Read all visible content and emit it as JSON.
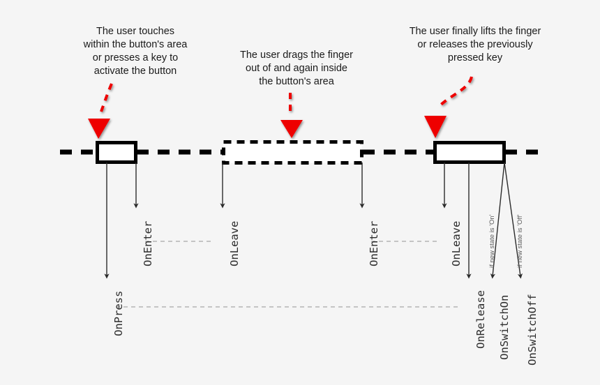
{
  "diagram": {
    "title": "Button touch/press event sequence timeline",
    "background_color": "#f5f5f5",
    "accent_color": "#ee0000",
    "line_color": "#000000"
  },
  "annotations": [
    {
      "id": "press",
      "text": "The user touches\nwithin the button's area\nor presses a key to\nactivate the button"
    },
    {
      "id": "drag",
      "text": "The user drags the finger\nout of and again inside\nthe button's area"
    },
    {
      "id": "release",
      "text": "The user finally lifts the finger\nor releases the previously\npressed key"
    }
  ],
  "events": [
    {
      "id": "onpress",
      "label": "OnPress"
    },
    {
      "id": "onenter-1",
      "label": "OnEnter"
    },
    {
      "id": "onleave-1",
      "label": "OnLeave"
    },
    {
      "id": "onenter-2",
      "label": "OnEnter"
    },
    {
      "id": "onleave-2",
      "label": "OnLeave"
    },
    {
      "id": "onrelease",
      "label": "OnRelease"
    },
    {
      "id": "onswitchon",
      "label": "OnSwitchOn"
    },
    {
      "id": "onswitchoff",
      "label": "OnSwitchOff"
    }
  ],
  "conditions": [
    {
      "id": "cond-on",
      "text": "if new state is 'On'"
    },
    {
      "id": "cond-off",
      "text": "if new state is 'Off'"
    }
  ]
}
